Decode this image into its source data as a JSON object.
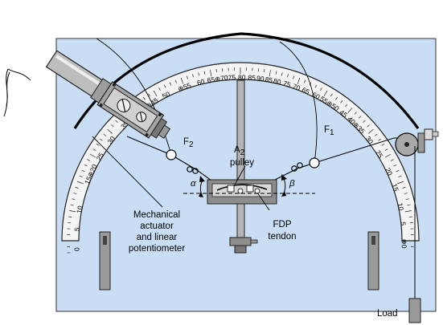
{
  "colors": {
    "board": "#c9def4",
    "board_stroke": "#333333",
    "protractor": "#f4f4f4",
    "metal": "#9a9a9a",
    "metal_dark": "#6e6e6e",
    "line": "#111111"
  },
  "labels": {
    "f2": "F",
    "f2_sub": "2",
    "f1": "F",
    "f1_sub": "1",
    "a2_main": "A",
    "a2_sub": "2",
    "a2_word": "pulley",
    "alpha": "α",
    "beta": "β",
    "fdp_line1": "FDP",
    "fdp_line2": "tendon",
    "actuator_line1": "Mechanical",
    "actuator_line2": "actuator",
    "actuator_line3": "and linear",
    "actuator_line4": "potentiometer",
    "load": "Load"
  },
  "scale_labels": [
    {
      "t": "0",
      "a": 183
    },
    {
      "t": "5",
      "a": 176
    },
    {
      "t": "10",
      "a": 169
    },
    {
      "t": "15⊕20",
      "a": 156
    },
    {
      "t": "25",
      "a": 149
    },
    {
      "t": "30",
      "a": 142
    },
    {
      "t": "35",
      "a": 135
    },
    {
      "t": "40⊕45",
      "a": 124
    },
    {
      "t": "50",
      "a": 117
    },
    {
      "t": "⊕55",
      "a": 110
    },
    {
      "t": "60",
      "a": 104
    },
    {
      "t": "65⊕70",
      "a": 98
    },
    {
      "t": "75",
      "a": 93
    },
    {
      "t": "80",
      "a": 89.5
    },
    {
      "t": "85",
      "a": 86
    },
    {
      "t": "90",
      "a": 83
    },
    {
      "t": "85",
      "a": 80
    },
    {
      "t": "80",
      "a": 77
    },
    {
      "t": "75",
      "a": 73.5
    },
    {
      "t": "70",
      "a": 70
    },
    {
      "t": "65",
      "a": 66.5
    },
    {
      "t": "60",
      "a": 62.5
    },
    {
      "t": "55⊕50",
      "a": 57
    },
    {
      "t": "45",
      "a": 51
    },
    {
      "t": "40⊕35",
      "a": 45
    },
    {
      "t": "30",
      "a": 38
    },
    {
      "t": "25",
      "a": 32
    },
    {
      "t": "20",
      "a": 25
    },
    {
      "t": "15",
      "a": 19
    },
    {
      "t": "10",
      "a": 12
    },
    {
      "t": "5",
      "a": 6
    },
    {
      "t": "⊕0",
      "a": -1
    }
  ]
}
